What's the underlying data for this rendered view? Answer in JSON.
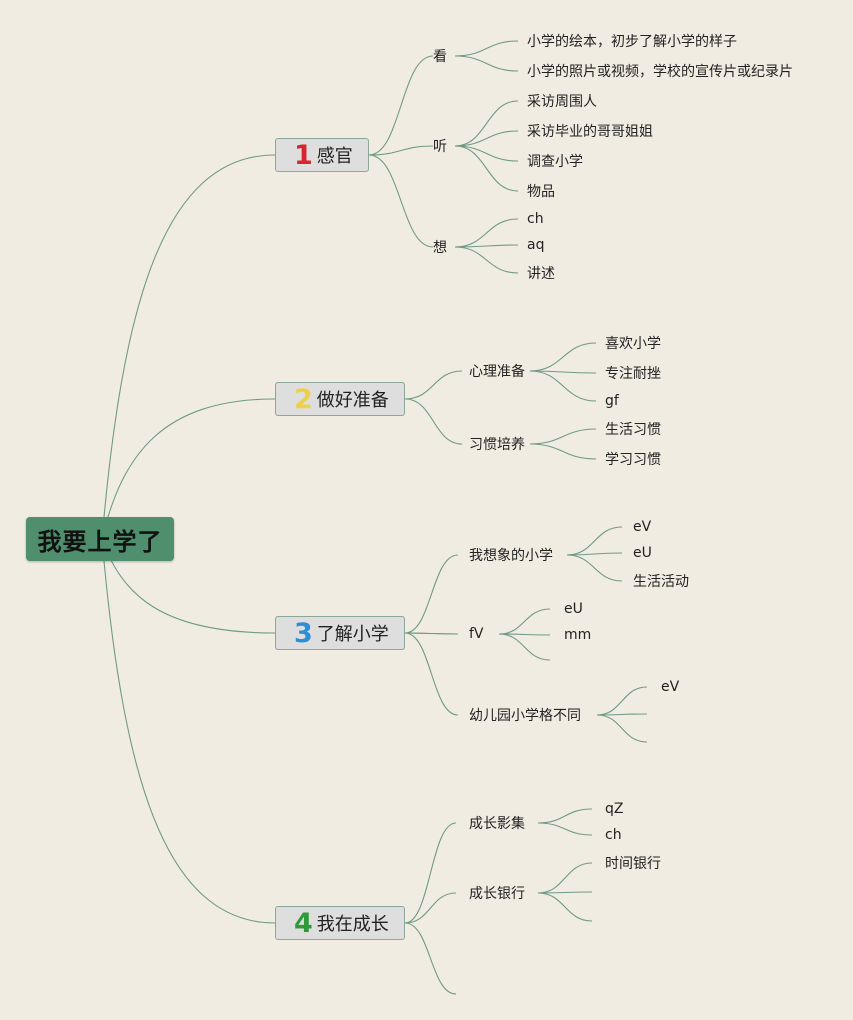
{
  "root": "我要上学了",
  "branches": [
    {
      "num": "1",
      "num_color": "#d9232e",
      "label": "感官",
      "children": [
        {
          "label": "看",
          "items": [
            "小学的绘本，初步了解小学的样子",
            "小学的照片或视频，学校的宣传片或纪录片"
          ]
        },
        {
          "label": "听",
          "items": [
            "采访周围人",
            "采访毕业的哥哥姐姐",
            "调查小学",
            "物品"
          ]
        },
        {
          "label": "想",
          "items": [
            "ch",
            "aq",
            "讲述"
          ]
        }
      ]
    },
    {
      "num": "2",
      "num_color": "#ecd04a",
      "label": "做好准备",
      "children": [
        {
          "label": "心理准备",
          "items": [
            "喜欢小学",
            "专注耐挫",
            "gf"
          ]
        },
        {
          "label": "习惯培养",
          "items": [
            "生活习惯",
            "学习习惯"
          ]
        }
      ]
    },
    {
      "num": "3",
      "num_color": "#2b8fd6",
      "label": "了解小学",
      "children": [
        {
          "label": "我想象的小学",
          "items": [
            "eV",
            "eU",
            "生活活动"
          ]
        },
        {
          "label": "fV",
          "items": [
            "eU",
            "mm",
            ""
          ]
        },
        {
          "label": "幼儿园小学格不同",
          "items": [
            "eV",
            "",
            ""
          ]
        }
      ]
    },
    {
      "num": "4",
      "num_color": "#2e9a3a",
      "label": "我在成长",
      "children": [
        {
          "label": "成长影集",
          "items": [
            "qZ",
            "ch"
          ]
        },
        {
          "label": "成长银行",
          "items": [
            "时间银行",
            "",
            ""
          ]
        },
        {
          "label": "",
          "items": []
        }
      ]
    }
  ]
}
